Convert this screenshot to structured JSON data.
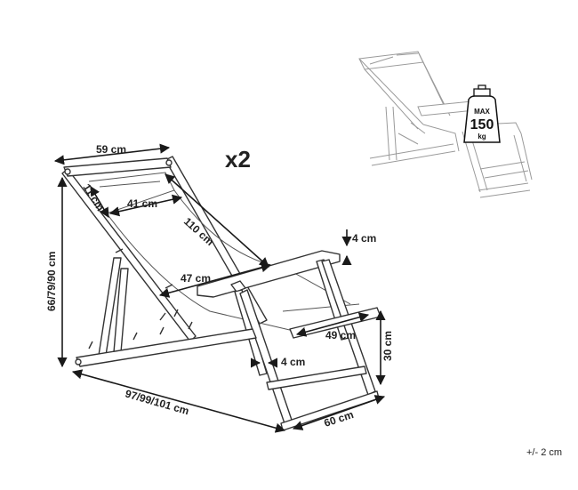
{
  "quantity": "x2",
  "tolerance": "+/- 2 cm",
  "weight_limit": {
    "max": "MAX",
    "value": "150",
    "unit": "kg"
  },
  "dimensions": {
    "top_width": "59 cm",
    "headrest_height": "11 cm",
    "headrest_width": "41 cm",
    "seat_length": "110 cm",
    "armrest_thickness": "4 cm",
    "armrest_length": "47 cm",
    "seat_width": "49 cm",
    "total_height": "66/79/90 cm",
    "depth": "97/99/101 cm",
    "leg_thickness": "4 cm",
    "arm_height": "30 cm",
    "base_width": "60 cm"
  }
}
